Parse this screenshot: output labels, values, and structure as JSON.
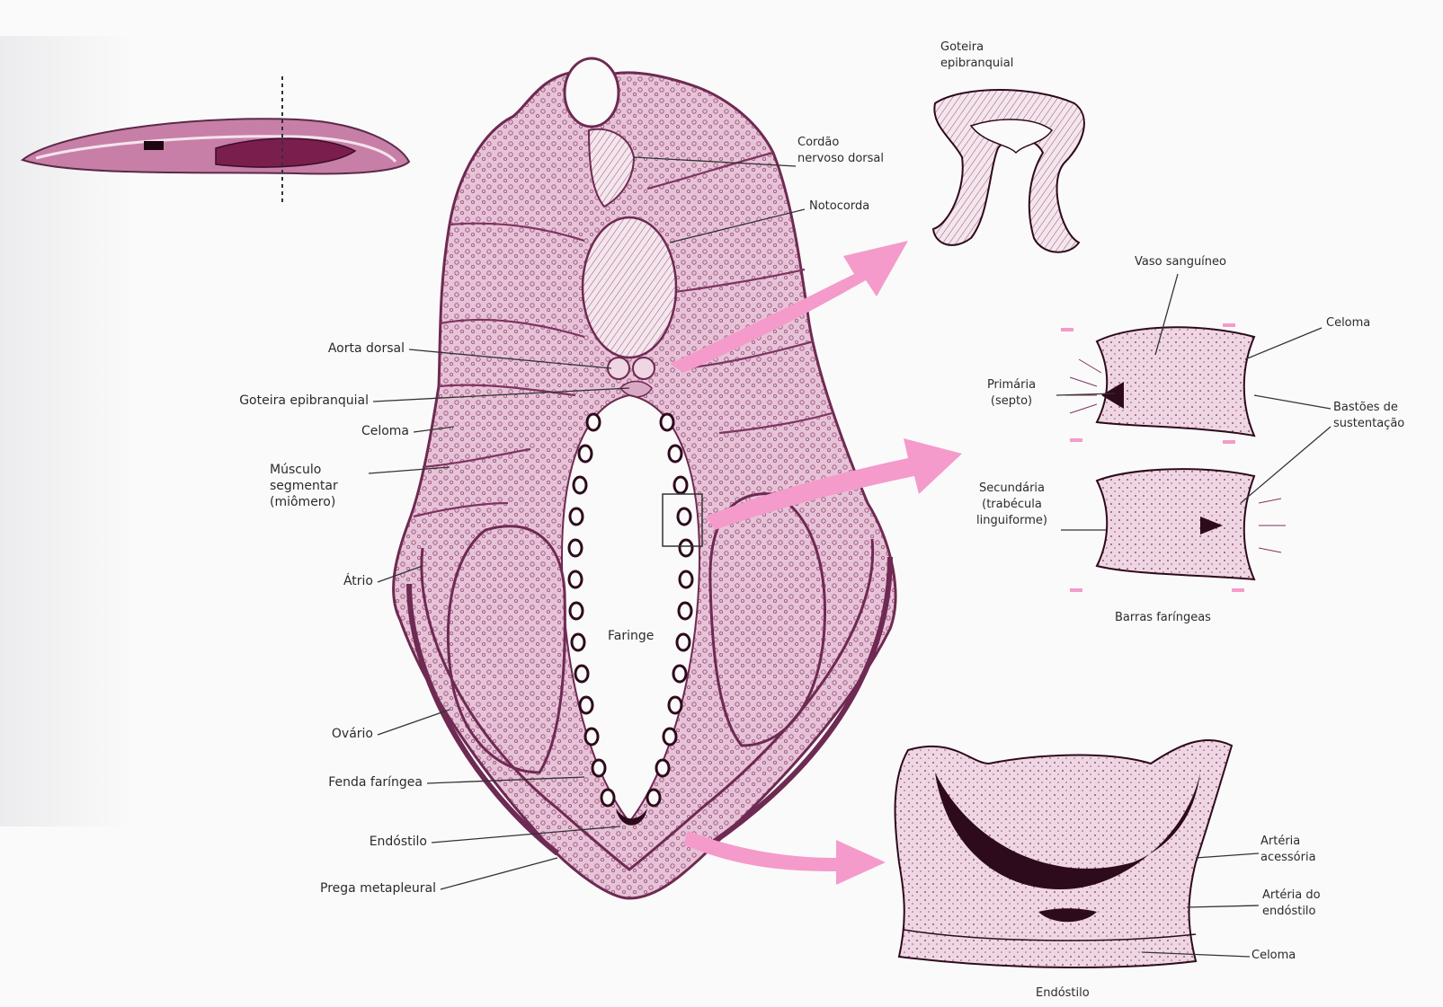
{
  "labels": {
    "goteira_epibranquial_top": "Goteira\nepibranquial",
    "cordao_nervoso": "Cordão\nnervoso dorsal",
    "notocorda": "Notocorda",
    "aorta_dorsal": "Aorta dorsal",
    "goteira_epibranquial_left": "Goteira epibranquial",
    "celoma_left": "Celoma",
    "musculo": "Músculo\nsegmentar\n(miômero)",
    "atrio": "Átrio",
    "ovario": "Ovário",
    "fenda_faringea": "Fenda faríngea",
    "endostilo_left": "Endóstilo",
    "prega_metapleural": "Prega metapleural",
    "faringe": "Faringe",
    "vaso_sanguineo": "Vaso sanguíneo",
    "celoma_right_top": "Celoma",
    "primaria": "Primária\n(septo)",
    "bastoes": "Bastões de\nsustentação",
    "secundaria": "Secundária\n(trabécula\nlinguiforme)",
    "barras_faringeas": "Barras faríngeas",
    "arteria_acessoria": "Artéria\nacessória",
    "arteria_endostilo": "Artéria do\nendóstilo",
    "celoma_bottom": "Celoma",
    "endostilo_bottom": "Endóstilo"
  },
  "colors": {
    "tissue": "#a35a86",
    "tissue_light": "#e8c7d9",
    "ink": "#5c2a48",
    "arrow": "#f49bcb",
    "dark": "#2d0a1c"
  }
}
